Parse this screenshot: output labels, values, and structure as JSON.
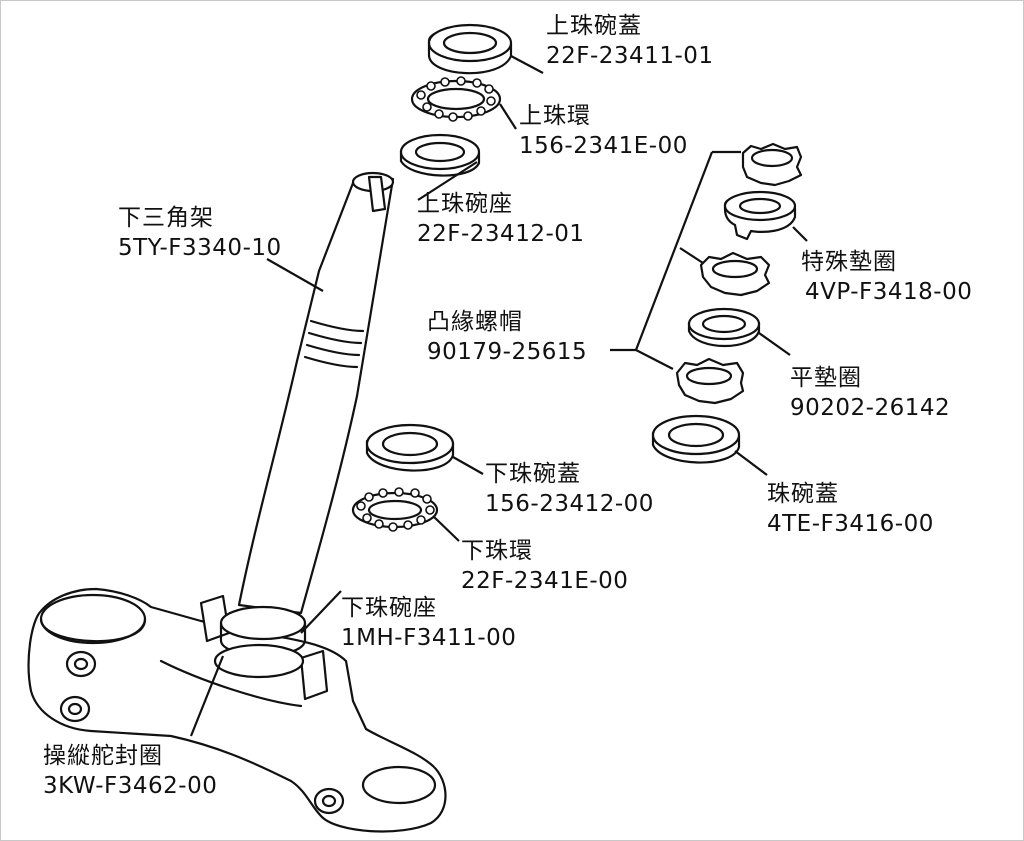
{
  "parts": [
    {
      "id": "upper-cup-cover",
      "name": "上珠碗蓋",
      "part_no": "22F-23411-01"
    },
    {
      "id": "upper-bearing",
      "name": "上珠環",
      "part_no": "156-2341E-00"
    },
    {
      "id": "upper-cup-seat",
      "name": "上珠碗座",
      "part_no": "22F-23412-01"
    },
    {
      "id": "lower-bracket",
      "name": "下三角架",
      "part_no": "5TY-F3340-10"
    },
    {
      "id": "flange-nut",
      "name": "凸緣螺帽",
      "part_no": "90179-25615"
    },
    {
      "id": "special-washer",
      "name": "特殊墊圈",
      "part_no": "4VP-F3418-00"
    },
    {
      "id": "plain-washer",
      "name": "平墊圈",
      "part_no": "90202-26142"
    },
    {
      "id": "ball-cup-cover",
      "name": "珠碗蓋",
      "part_no": "4TE-F3416-00"
    },
    {
      "id": "lower-cup-cover",
      "name": "下珠碗蓋",
      "part_no": "156-23412-00"
    },
    {
      "id": "lower-bearing",
      "name": "下珠環",
      "part_no": "22F-2341E-00"
    },
    {
      "id": "lower-cup-seat",
      "name": "下珠碗座",
      "part_no": "1MH-F3411-00"
    },
    {
      "id": "steering-seal",
      "name": "操縱舵封圈",
      "part_no": "3KW-F3462-00"
    }
  ]
}
